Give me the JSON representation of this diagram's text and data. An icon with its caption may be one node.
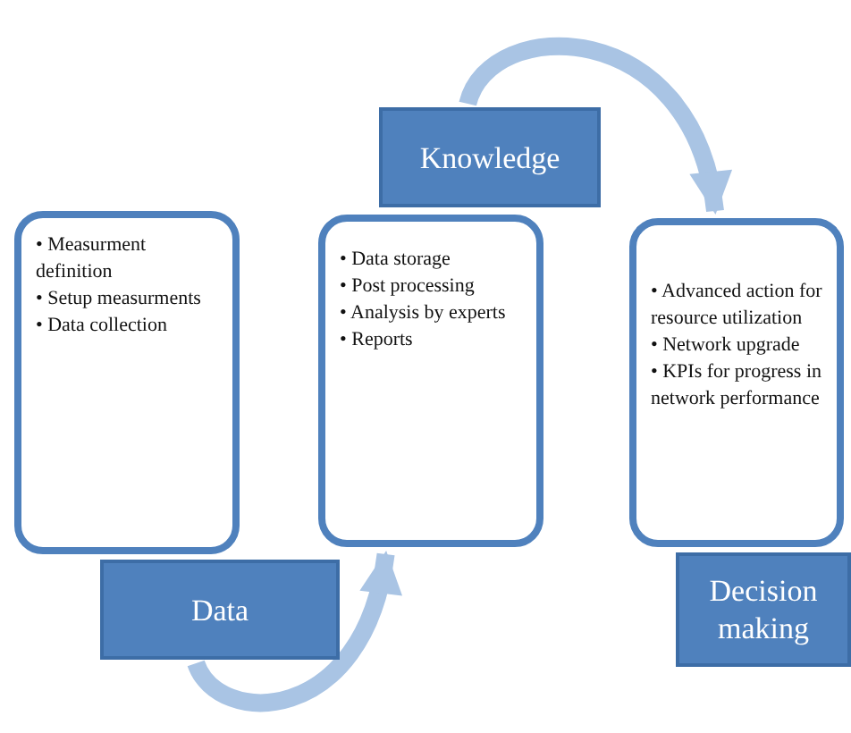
{
  "diagram": {
    "nodes": [
      {
        "text": [
          "• Measurment definition",
          "• Setup measurments",
          "• Data collection"
        ]
      },
      {
        "text": [
          "Data"
        ]
      },
      {
        "text": [
          "Knowledge"
        ]
      },
      {
        "text": [
          "• Data storage",
          "• Post processing",
          "• Analysis by experts",
          "• Reports"
        ]
      },
      {
        "text": [
          "• Advanced action for resource utilization",
          "• Network upgrade",
          "• KPIs for progress in network performance"
        ]
      },
      {
        "text": [
          "Decision making"
        ]
      }
    ],
    "edges": [
      {
        "from": 1,
        "to": 3,
        "arrow": "to"
      },
      {
        "from": 2,
        "to": 4,
        "arrow": "to"
      }
    ]
  }
}
